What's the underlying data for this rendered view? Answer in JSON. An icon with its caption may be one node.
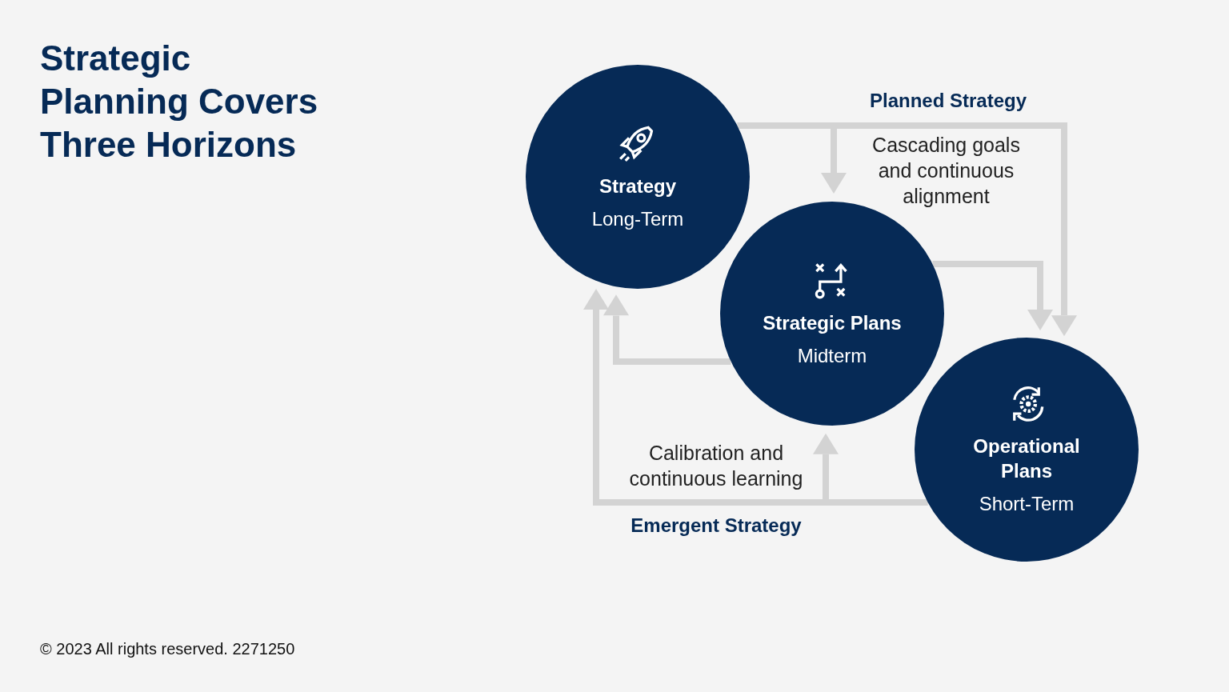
{
  "diagram": {
    "title": "Strategic Planning Covers Three Horizons",
    "nodes": [
      {
        "text": [
          "Strategy",
          "Long-Term"
        ]
      },
      {
        "text": [
          "Strategic Plans",
          "Midterm"
        ]
      },
      {
        "text": [
          "Operational Plans",
          "Short-Term"
        ]
      }
    ],
    "edges": [
      {
        "from": 0,
        "to": 1,
        "arrow": "to"
      },
      {
        "from": 0,
        "to": 2,
        "arrow": "to"
      },
      {
        "from": 1,
        "to": 2,
        "arrow": "to"
      },
      {
        "from": 1,
        "to": 0,
        "arrow": "to"
      },
      {
        "from": 2,
        "to": 0,
        "arrow": "to"
      },
      {
        "from": 2,
        "to": 1,
        "arrow": "to"
      }
    ],
    "labels": [
      "Planned Strategy",
      "Cascading goals and continuous alignment",
      "Calibration and continuous learning",
      "Emergent Strategy",
      "© 2023 All rights reserved. 2271250"
    ]
  }
}
